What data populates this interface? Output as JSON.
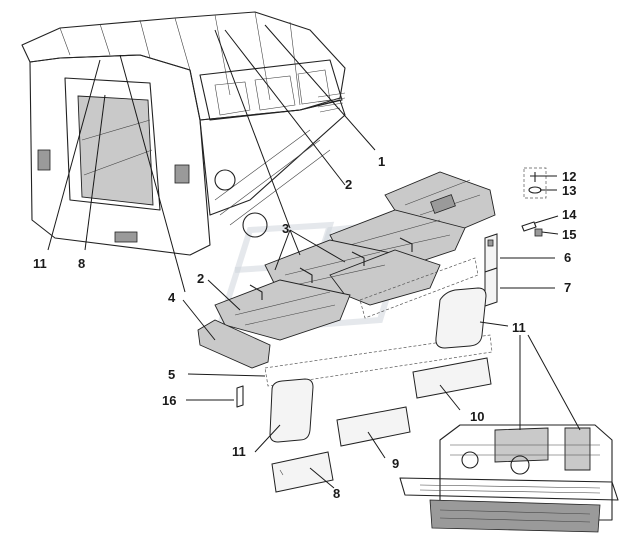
{
  "diagram": {
    "callouts": [
      {
        "id": "c1",
        "text": "1"
      },
      {
        "id": "c2a",
        "text": "2"
      },
      {
        "id": "c2b",
        "text": "2"
      },
      {
        "id": "c3",
        "text": "3"
      },
      {
        "id": "c4",
        "text": "4"
      },
      {
        "id": "c5",
        "text": "5"
      },
      {
        "id": "c6",
        "text": "6"
      },
      {
        "id": "c7",
        "text": "7"
      },
      {
        "id": "c8a",
        "text": "8"
      },
      {
        "id": "c8b",
        "text": "8"
      },
      {
        "id": "c9",
        "text": "9"
      },
      {
        "id": "c10",
        "text": "10"
      },
      {
        "id": "c11a",
        "text": "11"
      },
      {
        "id": "c11b",
        "text": "11"
      },
      {
        "id": "c11c",
        "text": "11"
      },
      {
        "id": "c12",
        "text": "12"
      },
      {
        "id": "c13",
        "text": "13"
      },
      {
        "id": "c14",
        "text": "14"
      },
      {
        "id": "c15",
        "text": "15"
      },
      {
        "id": "c16",
        "text": "16"
      }
    ]
  }
}
